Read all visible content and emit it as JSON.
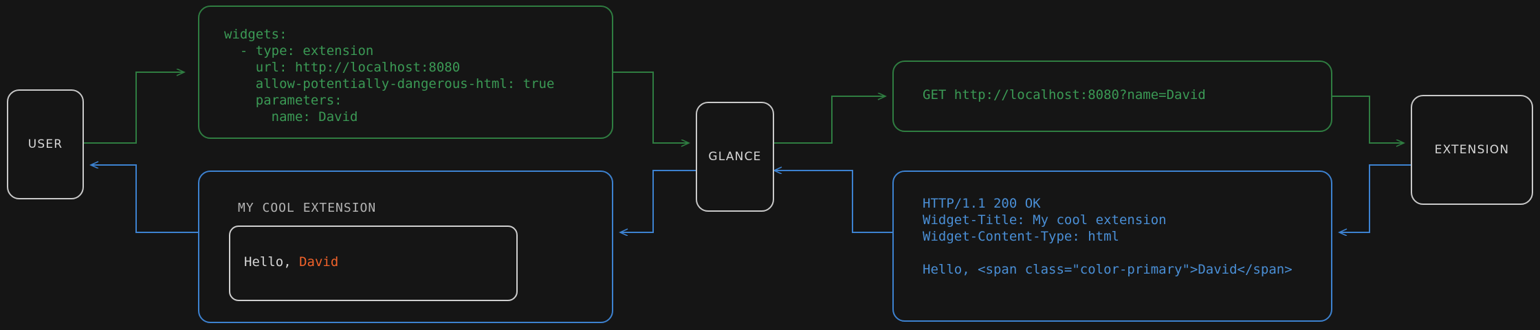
{
  "diagram": {
    "title": "glance extension request flow",
    "background_color": "#151515",
    "colors": {
      "node_border": "#c9c9c9",
      "request_green": "#2f7d41",
      "request_text_green": "#3b9a55",
      "response_blue": "#3d82d0",
      "response_text_blue": "#4a8fd6",
      "accent_orange": "#f0622a",
      "text_grey": "#d8d8d8"
    }
  },
  "nodes": [
    {
      "id": "user",
      "label": "USER"
    },
    {
      "id": "glance",
      "label": "GLANCE"
    },
    {
      "id": "extension",
      "label": "EXTENSION"
    }
  ],
  "panels": {
    "yaml_config": {
      "name": "widget-yaml-config",
      "flow": "request",
      "color": "#2f7d41",
      "lines": [
        "widgets:",
        "  - type: extension",
        "    url: http://localhost:8080",
        "    allow-potentially-dangerous-html: true",
        "    parameters:",
        "      name: David"
      ],
      "text": "widgets:\n  - type: extension\n    url: http://localhost:8080\n    allow-potentially-dangerous-html: true\n    parameters:\n      name: David"
    },
    "http_request": {
      "name": "http-get-request",
      "flow": "request",
      "color": "#2f7d41",
      "method": "GET",
      "url": "http://localhost:8080?name=David",
      "text": "GET http://localhost:8080?name=David"
    },
    "http_response": {
      "name": "http-response",
      "flow": "response",
      "color": "#3d82d0",
      "status_line": "HTTP/1.1 200 OK",
      "headers": [
        "Widget-Title: My cool extension",
        "Widget-Content-Type: html"
      ],
      "body": "Hello, <span class=\"color-primary\">David</span>",
      "text": "HTTP/1.1 200 OK\nWidget-Title: My cool extension\nWidget-Content-Type: html\n\nHello, <span class=\"color-primary\">David</span>"
    },
    "rendered_widget": {
      "name": "rendered-widget-preview",
      "flow": "response",
      "color": "#3d82d0",
      "widget_title": "MY COOL EXTENSION",
      "greeting_prefix": "Hello, ",
      "greeting_name": "David"
    }
  }
}
